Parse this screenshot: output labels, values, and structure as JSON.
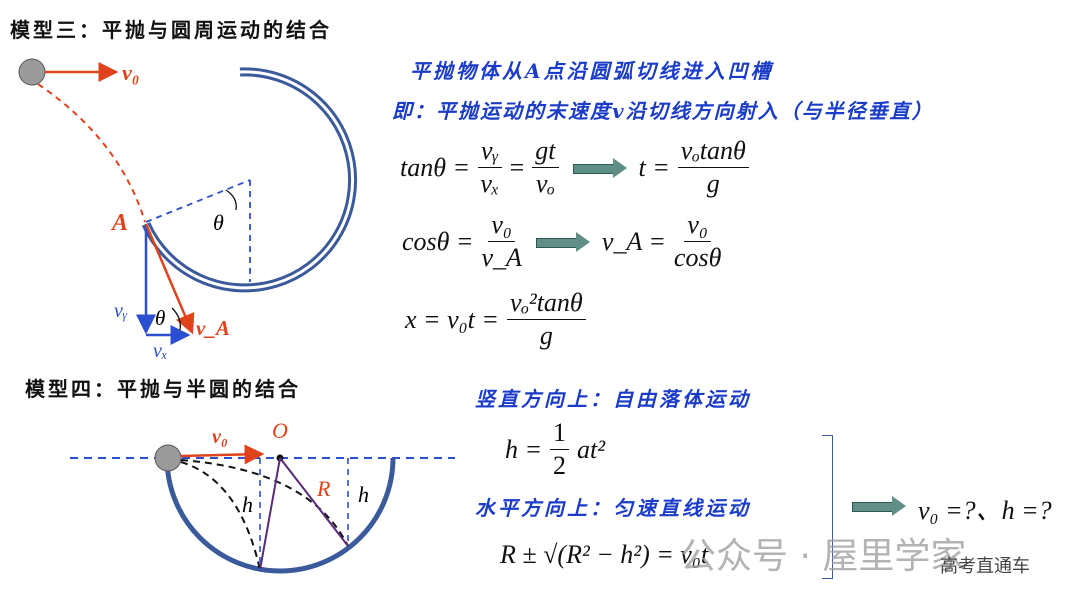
{
  "model3": {
    "title": "模型三：平抛与圆周运动的结合",
    "labels": {
      "v0": "v₀",
      "A": "A",
      "theta": "θ",
      "vy": "vᵧ",
      "vx": "vₓ",
      "vA": "v_A",
      "theta2": "θ"
    }
  },
  "model4": {
    "title": "模型四：平抛与半圆的结合",
    "labels": {
      "v0": "v₀",
      "O": "O",
      "R": "R",
      "h1": "h",
      "h2": "h"
    }
  },
  "notes": {
    "line1": "平抛物体从A点沿圆弧切线进入凹槽",
    "line2": "即：平抛运动的末速度v沿切线方向射入（与半径垂直）",
    "vertical": "竖直方向上：自由落体运动",
    "horizontal": "水平方向上：匀速直线运动"
  },
  "equations": {
    "eq1": {
      "lhs": "tanθ =",
      "f1n": "vᵧ",
      "f1d": "vₓ",
      "eq": "=",
      "f2n": "gt",
      "f2d": "vₒ",
      "rhs": "t =",
      "f3n": "vₒtanθ",
      "f3d": "g"
    },
    "eq2": {
      "lhs": "cosθ =",
      "f1n": "v₀",
      "f1d": "v_A",
      "rhs": "v_A =",
      "f2n": "v₀",
      "f2d": "cosθ"
    },
    "eq3": {
      "lhs": "x = v₀t =",
      "fn": "vₒ²tanθ",
      "fd": "g"
    },
    "eq4": {
      "lhs": "h =",
      "fn": "1",
      "fd": "2",
      "rhs": "at²"
    },
    "eq5": {
      "text": "R ± √(R² − h²) = v₀t"
    },
    "result": "v₀ =?、h =?"
  },
  "watermark": {
    "main": "公众号 · 屋里学家",
    "sub": "高考直通车"
  },
  "colors": {
    "blue_text": "#1a3cc8",
    "red": "#e0431c",
    "arc": "#3a5a9c",
    "arrow": "#5f8f86"
  }
}
